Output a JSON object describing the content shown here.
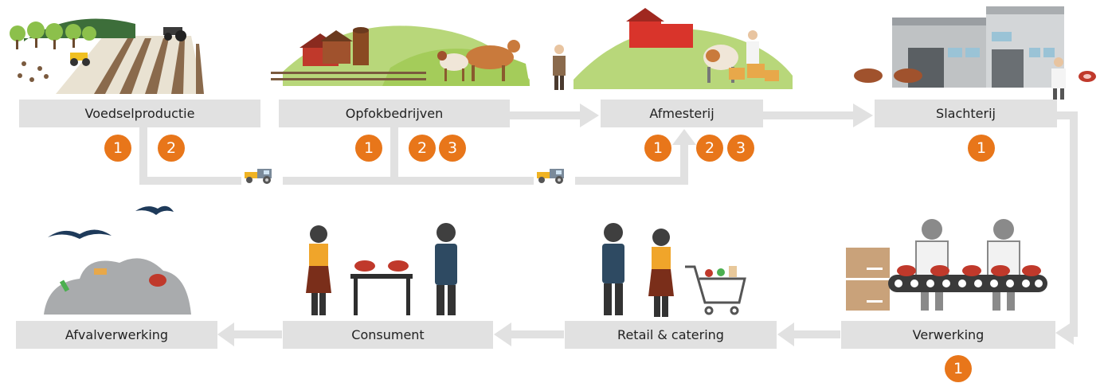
{
  "stages": {
    "voedselproductie": "Voedselproductie",
    "opfokbedrijven": "Opfokbedrijven",
    "afmesterij": "Afmesterij",
    "slachterij": "Slachterij",
    "verwerking": "Verwerking",
    "retail": "Retail & catering",
    "consument": "Consument",
    "afvalverwerking": "Afvalverwerking"
  },
  "badges": {
    "voedsel_1": "1",
    "voedsel_2": "2",
    "opfok_1": "1",
    "opfok_2": "2",
    "opfok_3": "3",
    "afmest_1": "1",
    "afmest_2": "2",
    "afmest_3": "3",
    "slacht_1": "1",
    "verwerk_1": "1"
  },
  "colors": {
    "badge": "#e8761a",
    "box": "#e1e1e1",
    "arrow": "#e1e1e1"
  },
  "icons": [
    "tractor-icon",
    "cow-icon",
    "person-icon",
    "shopping-cart-icon",
    "meat-icon",
    "bird-icon",
    "factory-icon"
  ]
}
